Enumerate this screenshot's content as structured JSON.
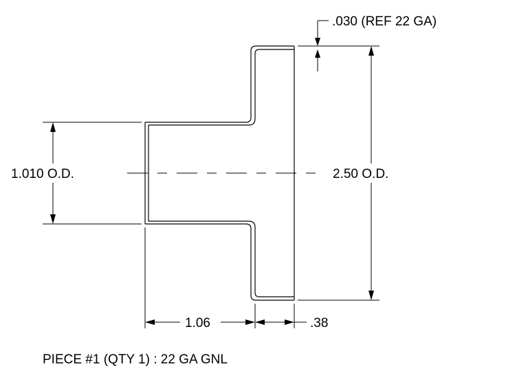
{
  "dimensions": {
    "thickness": ".030 (REF 22 GA)",
    "inner_od": "1.010 O.D.",
    "outer_od": "2.50 O.D.",
    "tube_length": "1.06",
    "flange_depth": ".38"
  },
  "note": "PIECE #1 (QTY 1) : 22 GA GNL"
}
